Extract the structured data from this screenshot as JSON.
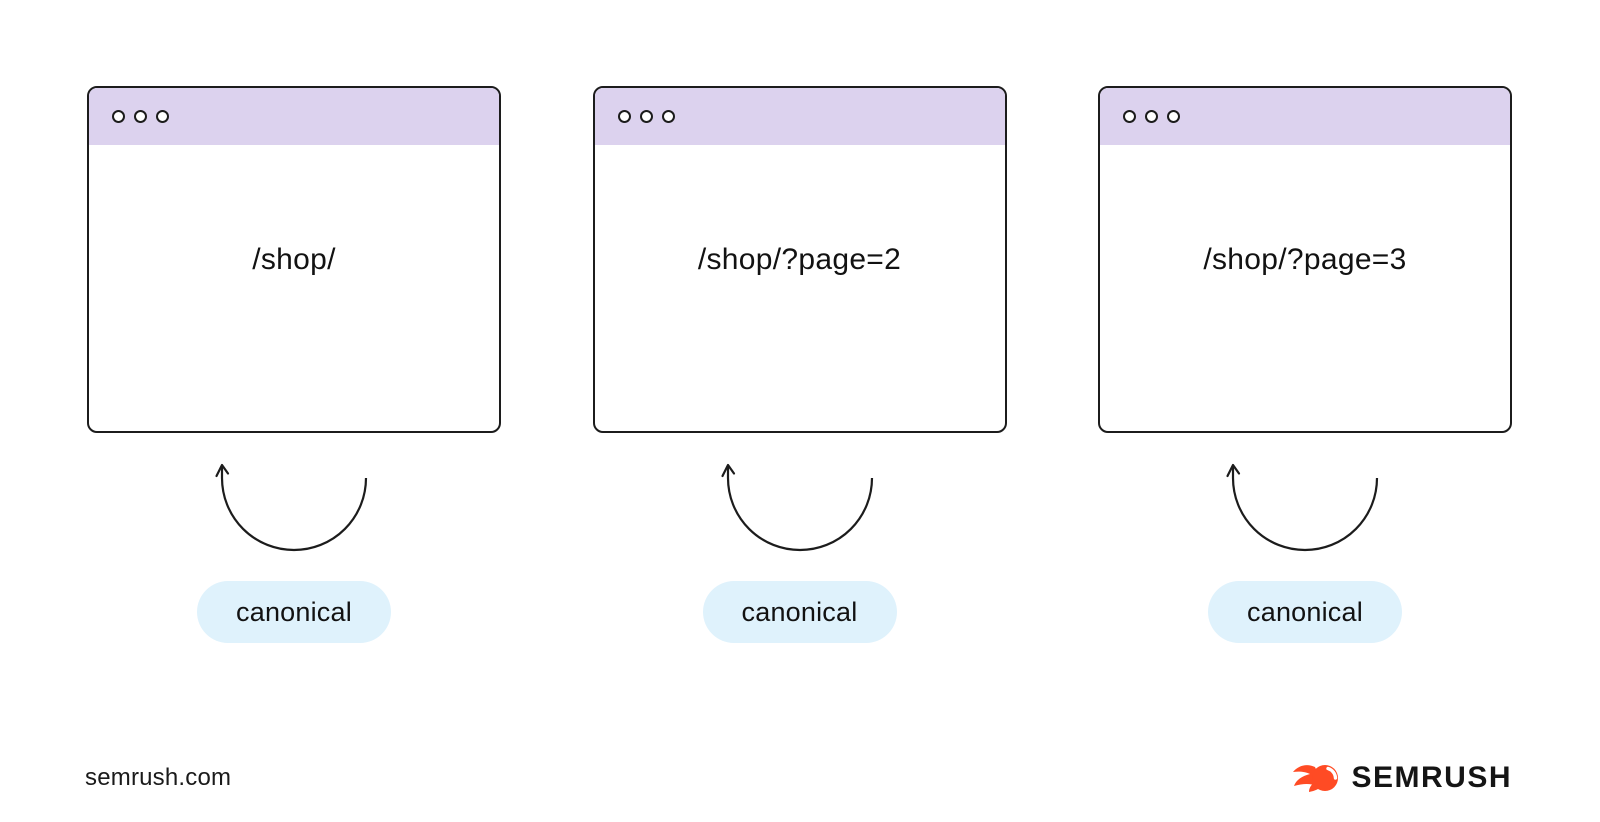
{
  "colors": {
    "titlebar": "#DCD2EE",
    "stroke": "#1C1C1C",
    "pill_bg": "#DFF2FC",
    "brand_orange": "#FF4B24",
    "text": "#121212"
  },
  "windows": [
    {
      "url": "/shop/",
      "badge": "canonical"
    },
    {
      "url": "/shop/?page=2",
      "badge": "canonical"
    },
    {
      "url": "/shop/?page=3",
      "badge": "canonical"
    }
  ],
  "footer": {
    "site": "semrush.com",
    "brand": "SEMRUSH"
  },
  "icons": {
    "window_controls": "window-control-dots",
    "arrow": "curved-arrow-up",
    "logo": "semrush-fireball"
  }
}
